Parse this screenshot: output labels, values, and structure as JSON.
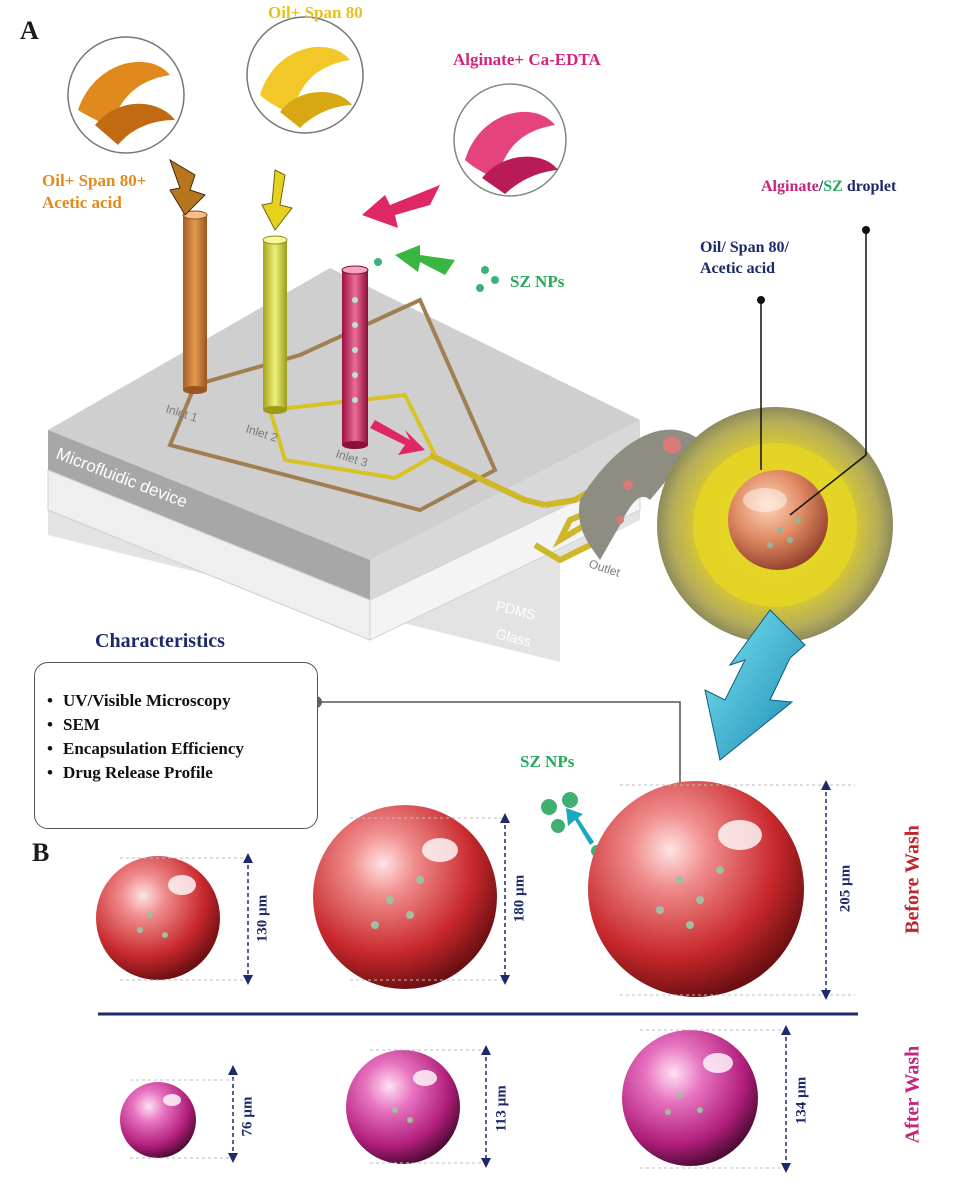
{
  "panels": {
    "a": "A",
    "b": "B"
  },
  "inputs": {
    "oil_span_acetic": "Oil+ Span 80+\nAcetic acid",
    "oil_span": "Oil+ Span 80",
    "alginate_caedta": "Alginate+ Ca-EDTA",
    "sz_nps_top": "SZ NPs"
  },
  "device": {
    "inlet1": "Inlet 1",
    "inlet2": "Inlet 2",
    "inlet3": "Inlet 3",
    "outlet": "Outlet",
    "microfluidic": "Microfluidic device",
    "pdms": "PDMS",
    "glass": "Glass"
  },
  "droplet_callouts": {
    "droplet_part1": "Alginate",
    "droplet_sep": "/",
    "droplet_part2": "SZ",
    "droplet_part3": " droplet",
    "oil_phase": "Oil/ Span 80/\nAcetic acid"
  },
  "characteristics": {
    "title": "Characteristics",
    "bullet": "•",
    "items": [
      "UV/Visible Microscopy",
      "SEM",
      "Encapsulation Efficiency",
      "Drug Release Profile"
    ]
  },
  "sz_nps_bottom": "SZ NPs",
  "rows": {
    "before_wash": "Before Wash",
    "after_wash": "After Wash"
  },
  "sizes": {
    "before": [
      "130 µm",
      "180 µm",
      "205 µm"
    ],
    "after": [
      "76 µm",
      "113 µm",
      "134 µm"
    ]
  },
  "colors": {
    "orange": "#e08a1e",
    "yellow": "#e6c21a",
    "magenta": "#d4237a",
    "green": "#27a85b",
    "navy": "#1c2a6b",
    "red_label": "#c0262d",
    "pink_label": "#c2267d"
  }
}
